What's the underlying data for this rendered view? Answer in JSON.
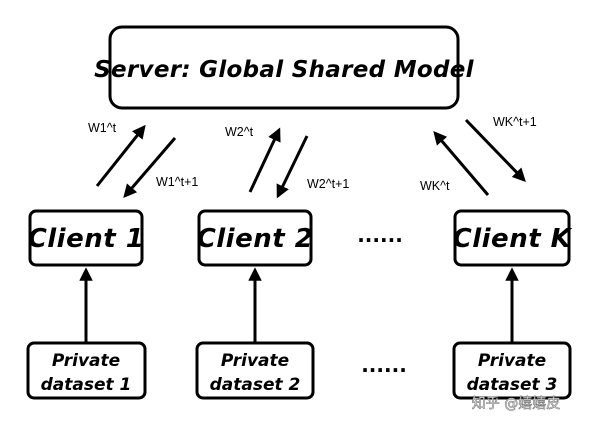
{
  "server": {
    "label": "Server: Global Shared Model"
  },
  "clients": [
    {
      "label": "Client 1",
      "upload": "W1^t",
      "download": "W1^t+1"
    },
    {
      "label": "Client 2",
      "upload": "W2^t",
      "download": "W2^t+1"
    },
    {
      "label": "Client K",
      "upload": "WK^t",
      "download": "WK^t+1"
    }
  ],
  "datasets": [
    {
      "line1": "Private",
      "line2": "dataset 1"
    },
    {
      "line1": "Private",
      "line2": "dataset 2"
    },
    {
      "line1": "Private",
      "line2": "dataset 3"
    }
  ],
  "ellipsis": "......",
  "watermark": "知乎 @嬉嬉皮"
}
